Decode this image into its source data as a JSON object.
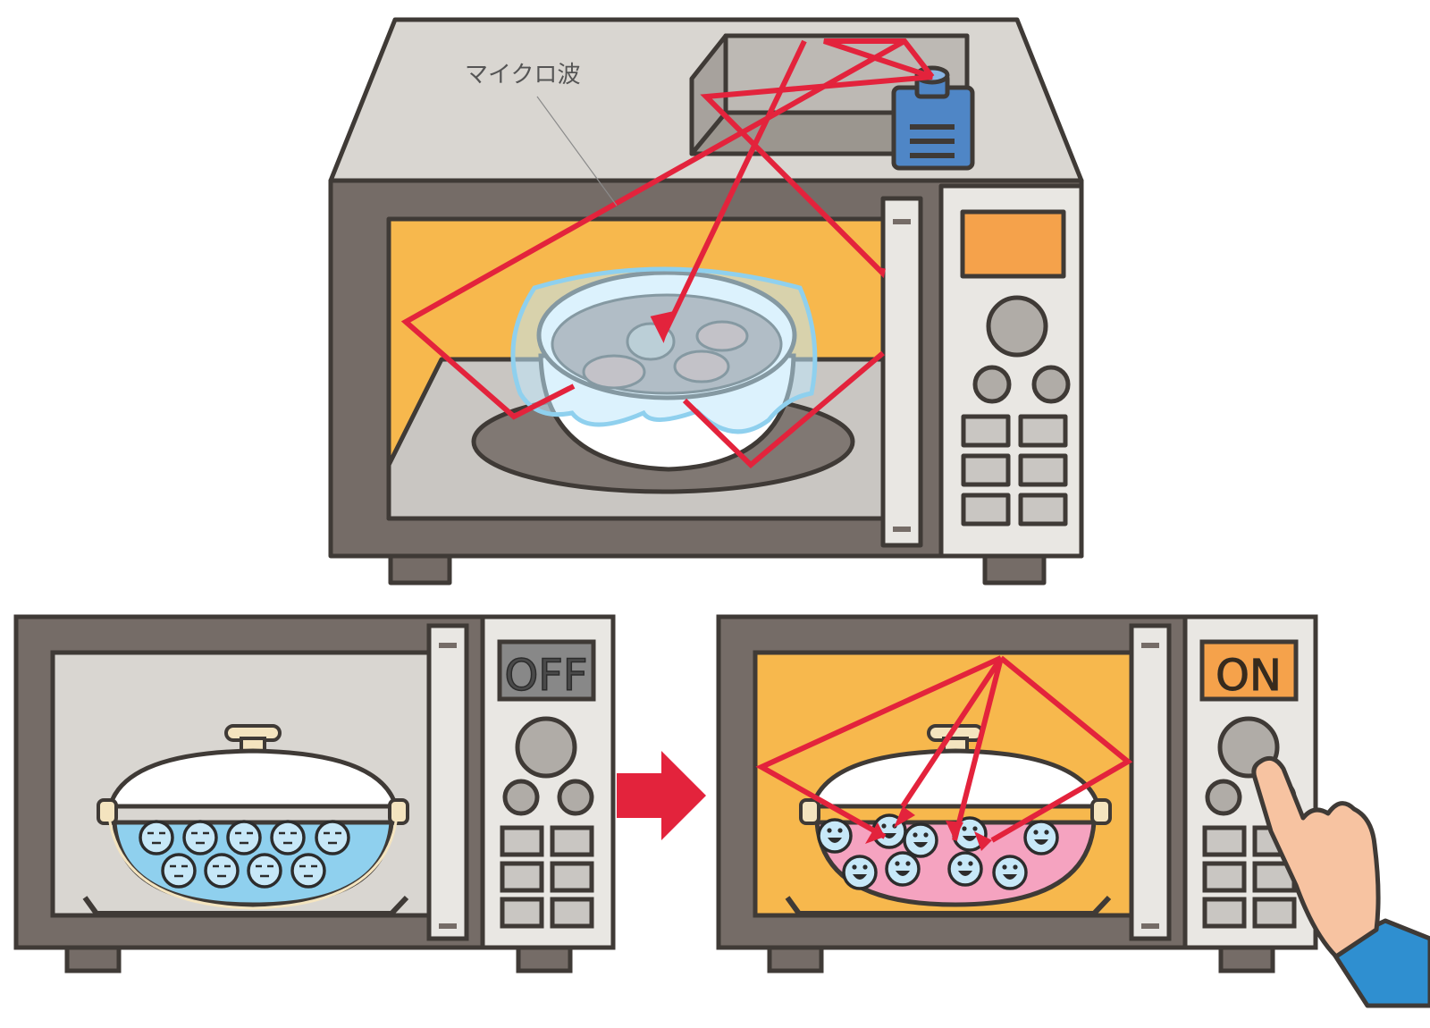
{
  "labels": {
    "microwave": "マイクロ波",
    "off": "OFF",
    "on": "ON"
  },
  "colors": {
    "body": "#756c67",
    "outline": "#3f3a36",
    "cavity_on": "#f7b84d",
    "cavity_off": "#d9d6d1",
    "panel": "#e9e7e3",
    "display_on": "#f5a24b",
    "display_off": "#888888",
    "wave": "#e3233c",
    "magnetron": "#4f86c6",
    "water": "#8fd0ee",
    "hot_water": "#f5a3c0",
    "skin": "#f7c3a1",
    "sleeve": "#2f8fd0"
  },
  "icons": [
    "microwave-oven",
    "magnetron",
    "bowl-with-wrap",
    "pot",
    "water-molecule-sleepy",
    "water-molecule-happy",
    "arrow-right",
    "pointing-hand"
  ]
}
